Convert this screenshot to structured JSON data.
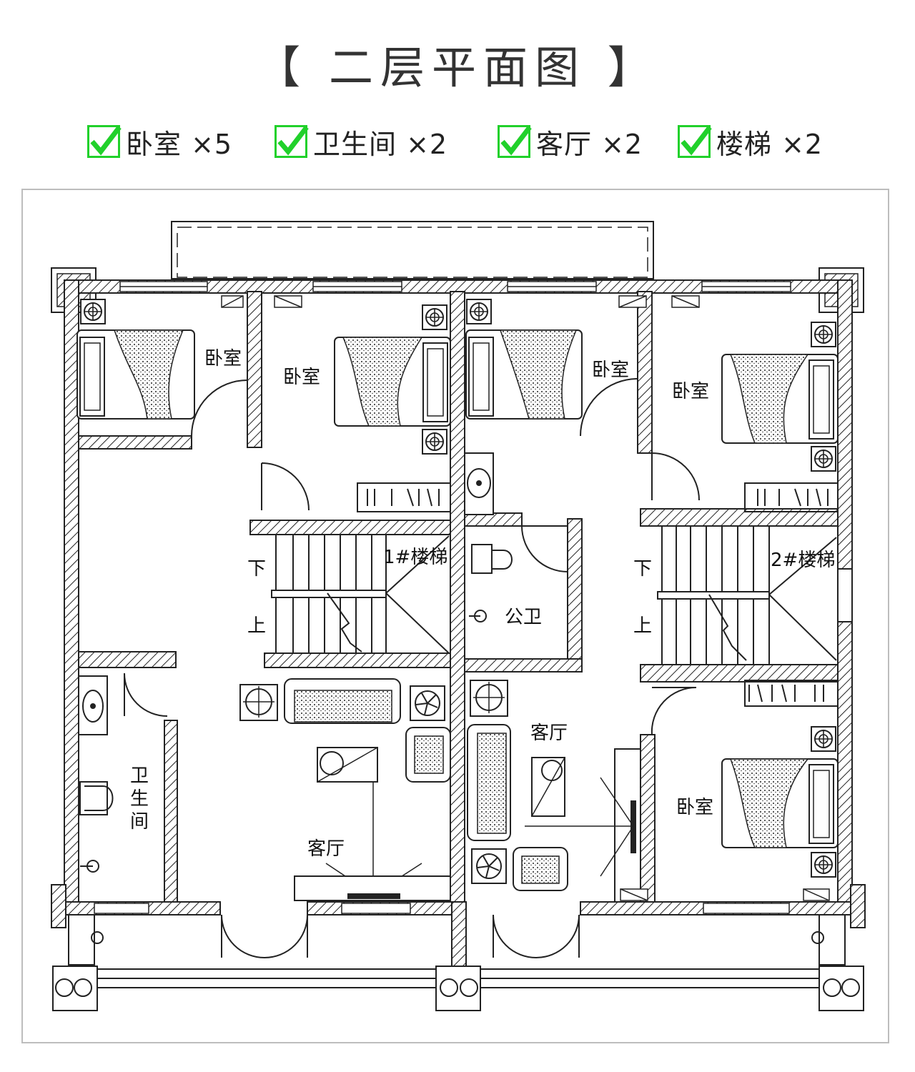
{
  "title": "【 二层平面图 】",
  "summary": [
    {
      "label": "卧室 ×5"
    },
    {
      "label": "卫生间 ×2"
    },
    {
      "label": "客厅 ×2"
    },
    {
      "label": "楼梯 ×2"
    }
  ],
  "plan": {
    "bedroom_1": "卧室",
    "bedroom_2": "卧室",
    "bedroom_3": "卧室",
    "bedroom_4": "卧室",
    "bedroom_5": "卧室",
    "stair_1": "1#楼梯",
    "stair_2": "2#楼梯",
    "down_1": "下",
    "up_1": "上",
    "down_2": "下",
    "up_2": "上",
    "public_wc": "公卫",
    "bathroom_1": "卫",
    "bathroom_2": "生",
    "bathroom_3": "间",
    "living_1": "客厅",
    "living_2": "客厅"
  },
  "colors": {
    "check": "#21d12b",
    "wall_hatch": "#222222",
    "frame": "#bdbdbd"
  }
}
